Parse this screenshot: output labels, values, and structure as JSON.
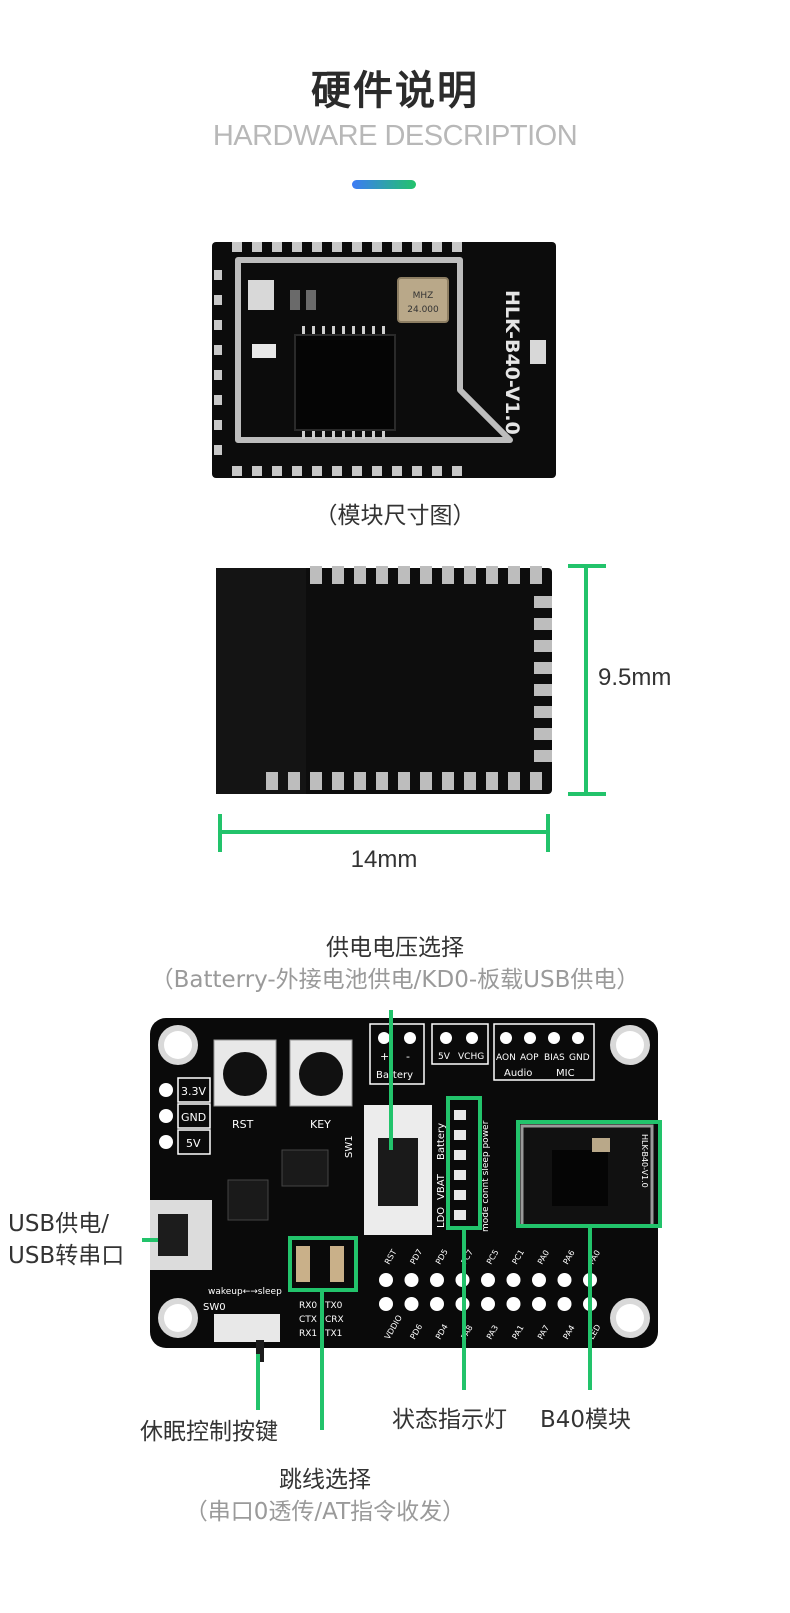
{
  "header": {
    "title": "硬件说明",
    "subtitle": "HARDWARE DESCRIPTION",
    "accent_colors": [
      "#3d7bf5",
      "#22c36b"
    ]
  },
  "module_top": {
    "silkscreen": "HLK-B40-V1.0",
    "crystal_marking_line1": "24.000",
    "crystal_marking_line2": "MHZ",
    "caption": "（模块尺寸图）"
  },
  "module_bottom": {
    "height_label": "9.5mm",
    "width_label": "14mm",
    "dimension_color": "#22c36b"
  },
  "board": {
    "labels": {
      "power_select": "供电电压选择",
      "power_select_note": "（Batterry-外接电池供电/KD0-板载USB供电）",
      "usb_power_line1": "USB供电/",
      "usb_power_line2": "USB转串口",
      "sleep_button": "休眠控制按键",
      "status_led": "状态指示灯",
      "b40_module": "B40模块",
      "jumper_select": "跳线选择",
      "jumper_select_note": "（串口0透传/AT指令收发）"
    },
    "silkscreen": {
      "v33": "3.3V",
      "gnd": "GND",
      "v5": "5V",
      "rst": "RST",
      "key": "KEY",
      "sw1": "SW1",
      "sw0": "SW0",
      "battery": "Battery",
      "plus": "+",
      "minus": "-",
      "p5v": "5V",
      "vchg": "VCHG",
      "aon": "AON",
      "aop": "AOP",
      "bias": "BIAS",
      "gnd2": "GND",
      "audio": "Audio",
      "mic": "MIC",
      "ldo": "LDO",
      "vbat": "VBAT",
      "battery2": "Battery",
      "led_labels": "mode connt sleep power",
      "wakeup": "wakeup←→sleep",
      "rx0": "RX0",
      "tx0": "TX0",
      "ctx": "CTX",
      "crx": "CRX",
      "rx1": "RX1",
      "tx1": "TX1",
      "top_pins": [
        "RST",
        "PD7",
        "PD5",
        "PC7",
        "PC5",
        "PC1",
        "PA0",
        "PA6",
        "PA0"
      ],
      "bottom_pins": [
        "VDDIO",
        "PD6",
        "PD4",
        "PA8",
        "PA3",
        "PA1",
        "PA7",
        "PA4",
        "LED"
      ],
      "module_silk": "HLK-B40-V1.0"
    },
    "highlight_color": "#22c36b"
  }
}
